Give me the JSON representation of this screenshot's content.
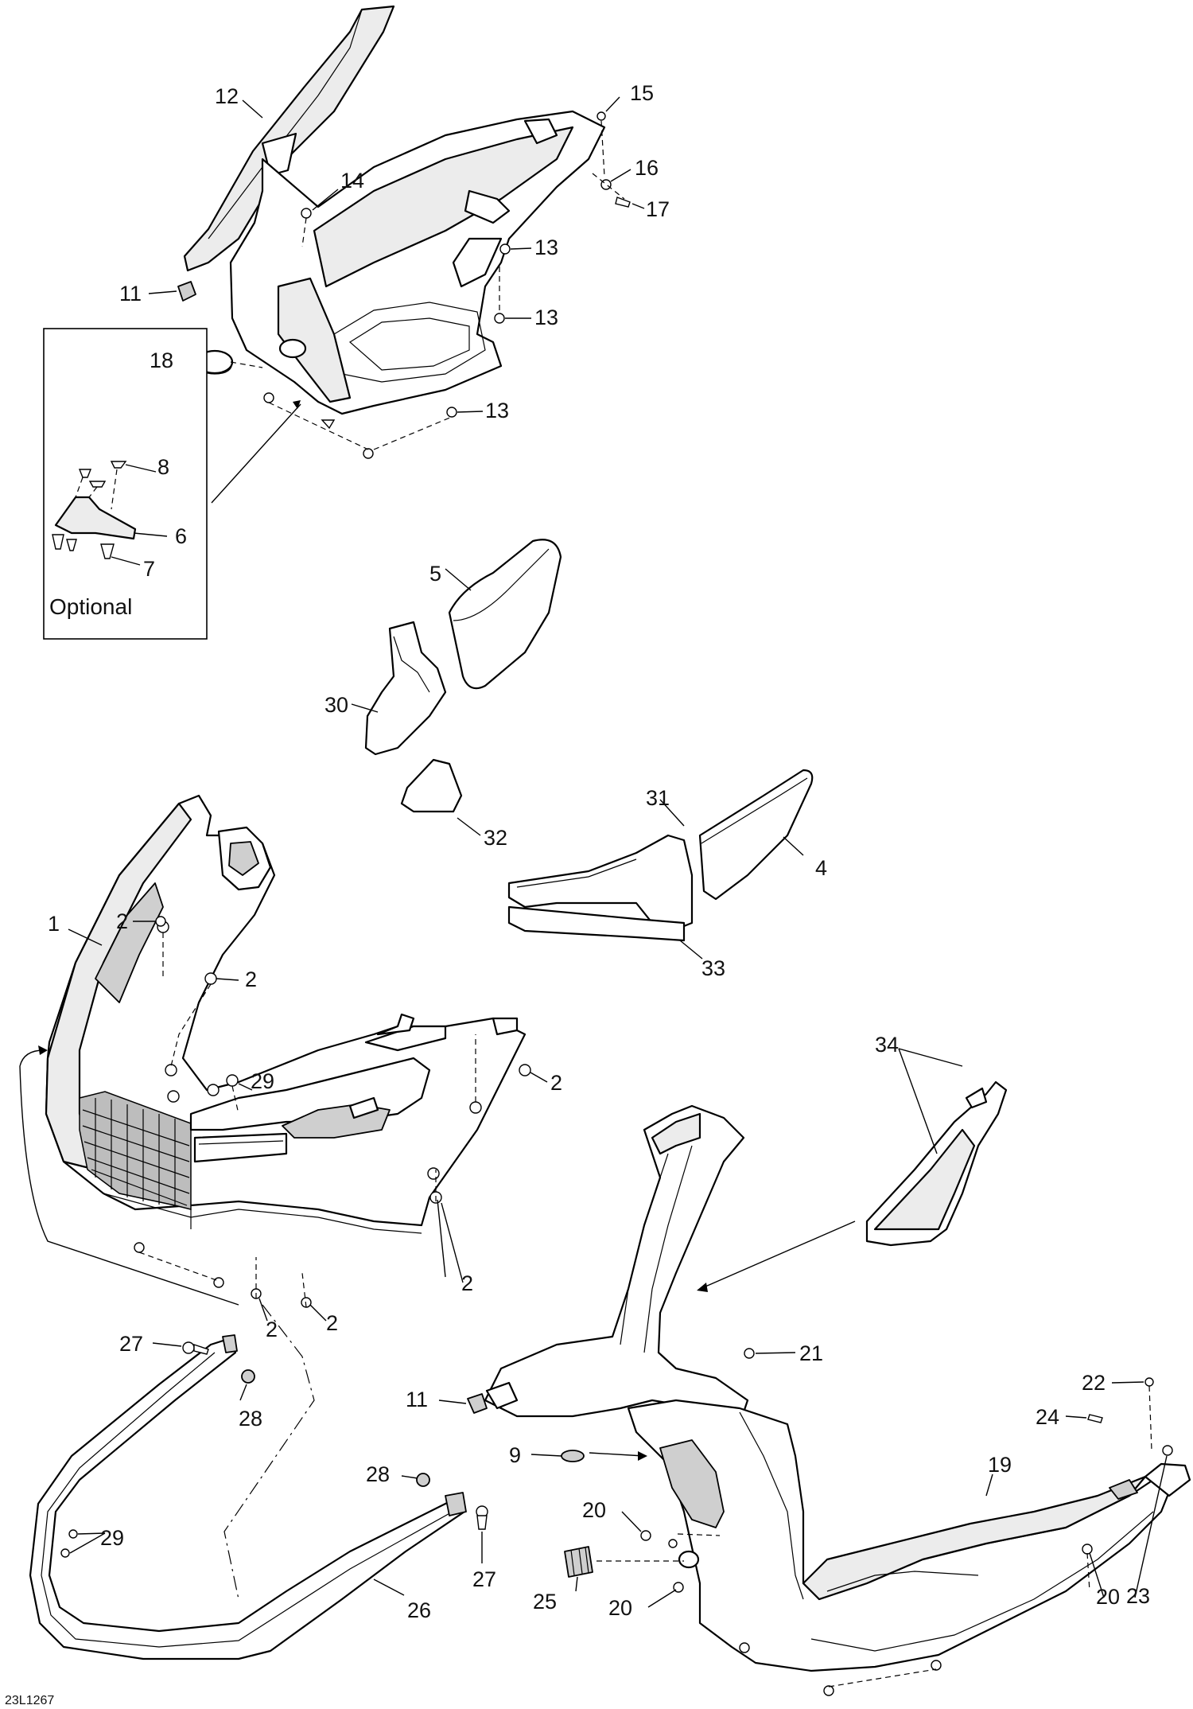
{
  "diagram": {
    "optional_label": "Optional",
    "drawing_code": "23L1267",
    "callouts": [
      {
        "id": "c12",
        "label": "12"
      },
      {
        "id": "c15",
        "label": "15"
      },
      {
        "id": "c14",
        "label": "14"
      },
      {
        "id": "c16",
        "label": "16"
      },
      {
        "id": "c17",
        "label": "17"
      },
      {
        "id": "c13a",
        "label": "13"
      },
      {
        "id": "c11a",
        "label": "11"
      },
      {
        "id": "c13b",
        "label": "13"
      },
      {
        "id": "c18",
        "label": "18"
      },
      {
        "id": "c13c",
        "label": "13"
      },
      {
        "id": "c8",
        "label": "8"
      },
      {
        "id": "c6",
        "label": "6"
      },
      {
        "id": "c7",
        "label": "7"
      },
      {
        "id": "c5",
        "label": "5"
      },
      {
        "id": "c30",
        "label": "30"
      },
      {
        "id": "c31",
        "label": "31"
      },
      {
        "id": "c4",
        "label": "4"
      },
      {
        "id": "c32",
        "label": "32"
      },
      {
        "id": "c2a",
        "label": "2"
      },
      {
        "id": "c1",
        "label": "1"
      },
      {
        "id": "c2b",
        "label": "2"
      },
      {
        "id": "c33",
        "label": "33"
      },
      {
        "id": "c29a",
        "label": "29"
      },
      {
        "id": "c2c",
        "label": "2"
      },
      {
        "id": "c34",
        "label": "34"
      },
      {
        "id": "c2d",
        "label": "2"
      },
      {
        "id": "c2e",
        "label": "2"
      },
      {
        "id": "c2f",
        "label": "2"
      },
      {
        "id": "c27a",
        "label": "27"
      },
      {
        "id": "c21",
        "label": "21"
      },
      {
        "id": "c28a",
        "label": "28"
      },
      {
        "id": "c11b",
        "label": "11"
      },
      {
        "id": "c22",
        "label": "22"
      },
      {
        "id": "c24",
        "label": "24"
      },
      {
        "id": "c9",
        "label": "9"
      },
      {
        "id": "c28b",
        "label": "28"
      },
      {
        "id": "c19",
        "label": "19"
      },
      {
        "id": "c20a",
        "label": "20"
      },
      {
        "id": "c29b",
        "label": "29"
      },
      {
        "id": "c27b",
        "label": "27"
      },
      {
        "id": "c23",
        "label": "23"
      },
      {
        "id": "c25",
        "label": "25"
      },
      {
        "id": "c26",
        "label": "26"
      },
      {
        "id": "c20b",
        "label": "20"
      },
      {
        "id": "c20c",
        "label": "20"
      }
    ]
  }
}
